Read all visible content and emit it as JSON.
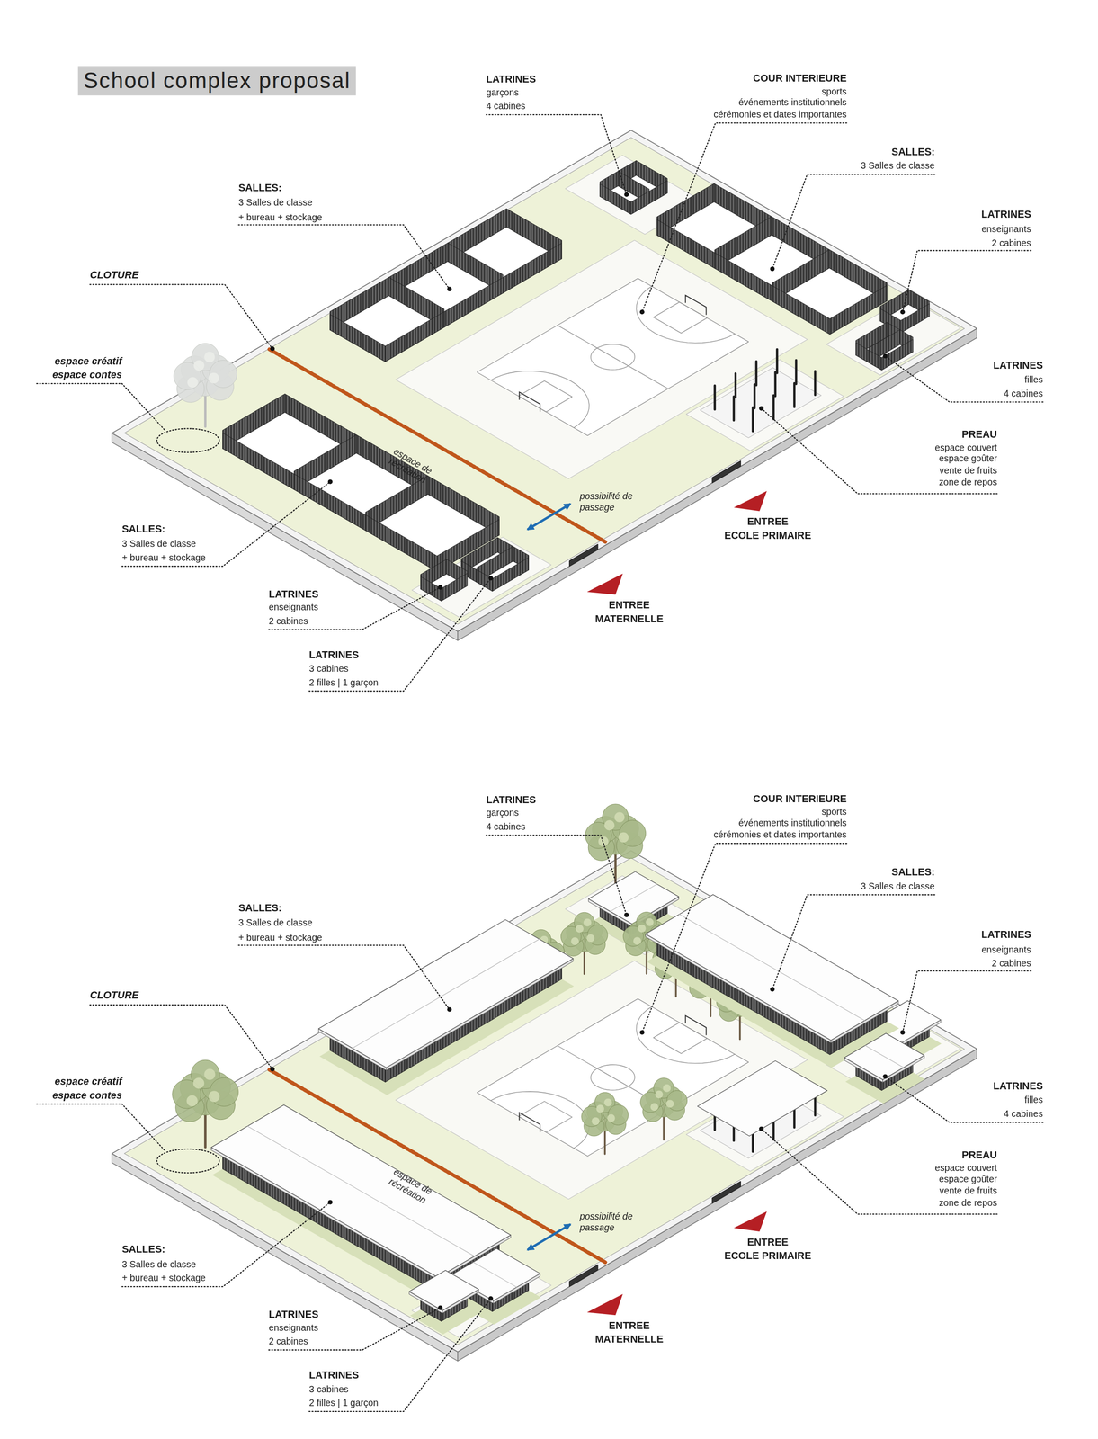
{
  "diagram": {
    "title": "School complex proposal",
    "labels": [
      "LATRINES",
      "garçons",
      "4 cabines",
      "COUR INTERIEURE",
      "sports",
      "événements institutionnels",
      "cérémonies et dates importantes",
      "SALLES:",
      "3 Salles de classe",
      "SALLES:",
      "3 Salles de classe",
      "+ bureau + stockage",
      "LATRINES",
      "enseignants",
      "2 cabines",
      "CLOTURE",
      "espace créatif",
      "espace contes",
      "LATRINES",
      "filles",
      "4 cabines",
      "PREAU",
      "espace couvert",
      "espace goûter",
      "vente de fruits",
      "zone de repos",
      "espace de récréation",
      "possibilité de passage",
      "ENTREE",
      "ECOLE PRIMAIRE",
      "SALLES:",
      "3 Salles de classe",
      "+ bureau + stockage",
      "LATRINES",
      "enseignants",
      "2 cabines",
      "ENTREE",
      "MATERNELLE",
      "LATRINES",
      "3 cabines",
      "2 filles | 1 garçon",
      "LATRINES",
      "garçons",
      "4 cabines",
      "COUR INTERIEURE",
      "sports",
      "événements institutionnels",
      "cérémonies et dates importantes",
      "SALLES:",
      "3 Salles de classe",
      "SALLES:",
      "3 Salles de classe",
      "+ bureau + stockage",
      "LATRINES",
      "enseignants",
      "2 cabines",
      "CLOTURE",
      "espace créatif",
      "espace contes",
      "LATRINES",
      "filles",
      "4 cabines",
      "PREAU",
      "espace couvert",
      "espace goûter",
      "vente de fruits",
      "zone de repos",
      "espace de récréation",
      "possibilité de passage",
      "ENTREE",
      "ECOLE PRIMAIRE",
      "SALLES:",
      "3 Salles de classe",
      "+ bureau + stockage",
      "LATRINES",
      "enseignants",
      "2 cabines",
      "ENTREE",
      "MATERNELLE",
      "LATRINES",
      "3 cabines",
      "2 filles | 1 garçon"
    ]
  }
}
